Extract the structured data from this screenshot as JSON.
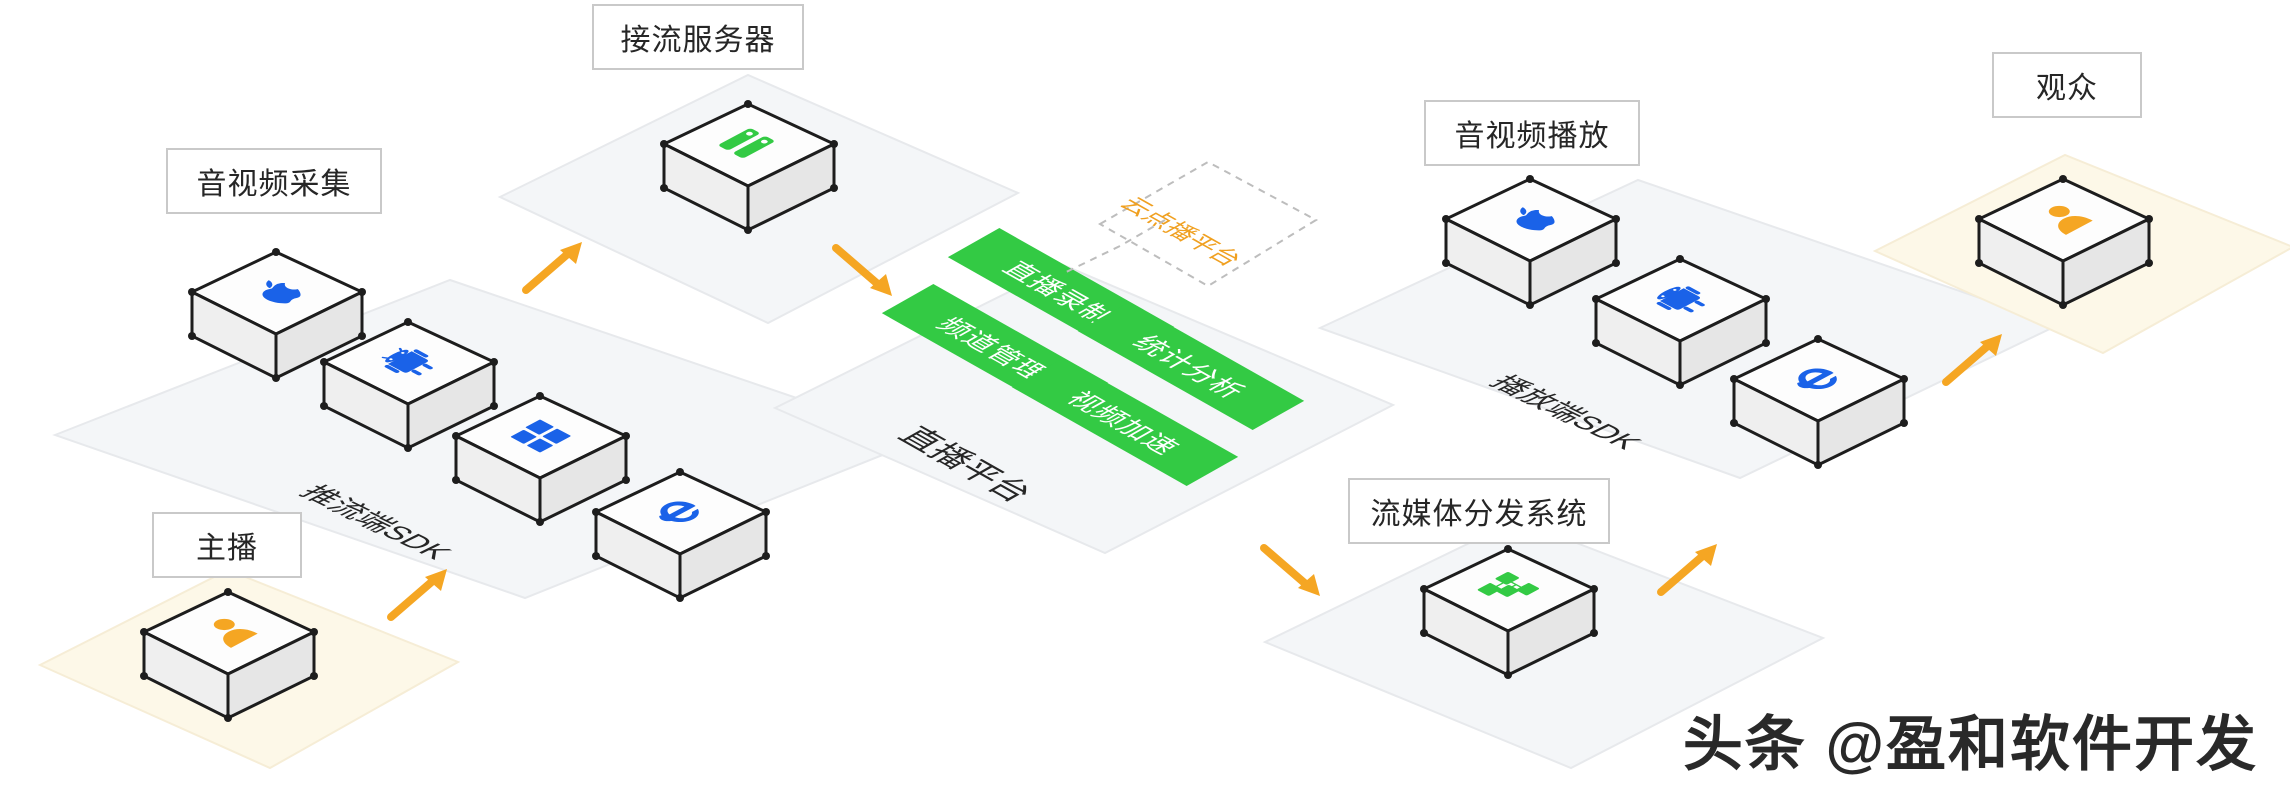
{
  "diagram": {
    "title_watermark": "头条 @盈和软件开发",
    "labels": {
      "capture": "音视频采集",
      "ingest_server": "接流服务器",
      "anchor": "主播",
      "playback": "音视频播放",
      "audience": "观众",
      "cdn": "流媒体分发系统"
    },
    "sdk_labels": {
      "push_sdk": "推流端SDK",
      "play_sdk": "播放端SDK"
    },
    "platform": {
      "name": "直播平台",
      "vod_name": "云点播平台",
      "services": [
        {
          "label": "直播录制"
        },
        {
          "label": "频道管理"
        },
        {
          "label": "统计分析"
        },
        {
          "label": "视频加速"
        }
      ]
    },
    "devices": {
      "capture": [
        {
          "icon": "apple-icon"
        },
        {
          "icon": "android-icon"
        },
        {
          "icon": "windows-icon"
        },
        {
          "icon": "ie-browser-icon"
        }
      ],
      "playback": [
        {
          "icon": "apple-icon"
        },
        {
          "icon": "android-icon"
        },
        {
          "icon": "ie-browser-icon"
        }
      ],
      "anchor": {
        "icon": "person-icon"
      },
      "audience": {
        "icon": "person-icon"
      },
      "ingest_server": {
        "icon": "server-rack-icon"
      },
      "cdn": {
        "icon": "network-nodes-icon"
      }
    },
    "arrows": [
      {
        "name": "arrow-anchor-to-capture"
      },
      {
        "name": "arrow-capture-to-ingest"
      },
      {
        "name": "arrow-ingest-to-platform"
      },
      {
        "name": "arrow-platform-to-cdn"
      },
      {
        "name": "arrow-cdn-to-playback"
      },
      {
        "name": "arrow-playback-to-audience"
      }
    ],
    "colors": {
      "green": "#33ca44",
      "blue": "#1a62e8",
      "orange": "#f5a623",
      "slab_gray": "#f4f6f8",
      "slab_cream": "#fdf8e8",
      "box_top": "#fdfdfd",
      "box_side": "#ededed",
      "outline": "#1d1d1d"
    }
  }
}
